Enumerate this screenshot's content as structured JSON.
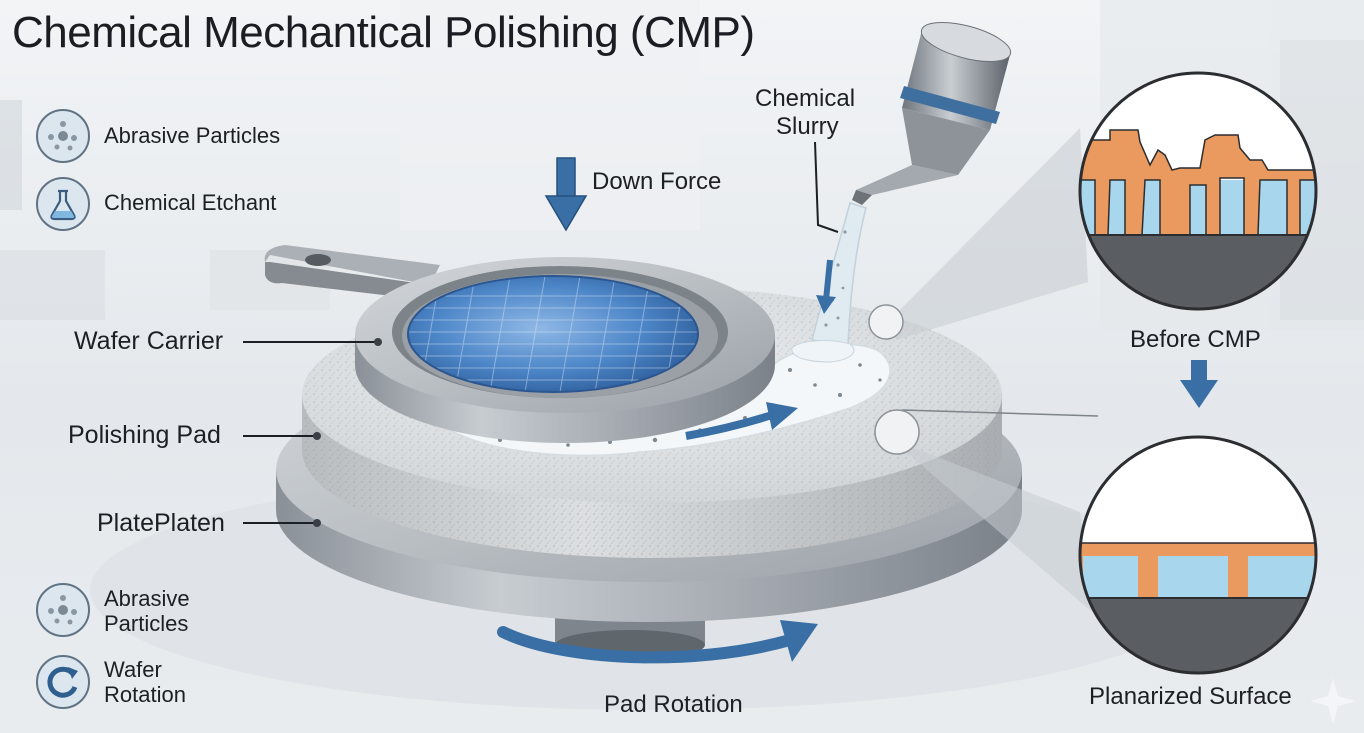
{
  "title": "Chemical Mechantical Polishing (CMP)",
  "legend_top": [
    {
      "label": "Abrasive Particles",
      "icon": "particles-icon"
    },
    {
      "label": "Chemical Etchant",
      "icon": "flask-icon"
    }
  ],
  "legend_bottom": [
    {
      "label_line1": "Abrasive",
      "label_line2": "Particles",
      "icon": "particles-icon"
    },
    {
      "label_line1": "Wafer",
      "label_line2": "Rotation",
      "icon": "rotation-icon"
    }
  ],
  "parts": {
    "wafer_carrier": "Wafer Carrier",
    "polishing_pad": "Polishing Pad",
    "platen": "PlatePlaten"
  },
  "forces": {
    "down_force": "Down Force",
    "slurry_line1": "Chemical",
    "slurry_line2": "Slurry",
    "pad_rotation": "Pad Rotation"
  },
  "insets": {
    "before": "Before CMP",
    "after": "Planarized Surface"
  },
  "colors": {
    "arrow_blue": "#3a6fa5",
    "copper": "#ea9a5e",
    "dielectric": "#a8d6ec",
    "substrate": "#5a5d61",
    "wafer_blue": "#4d86c8"
  }
}
